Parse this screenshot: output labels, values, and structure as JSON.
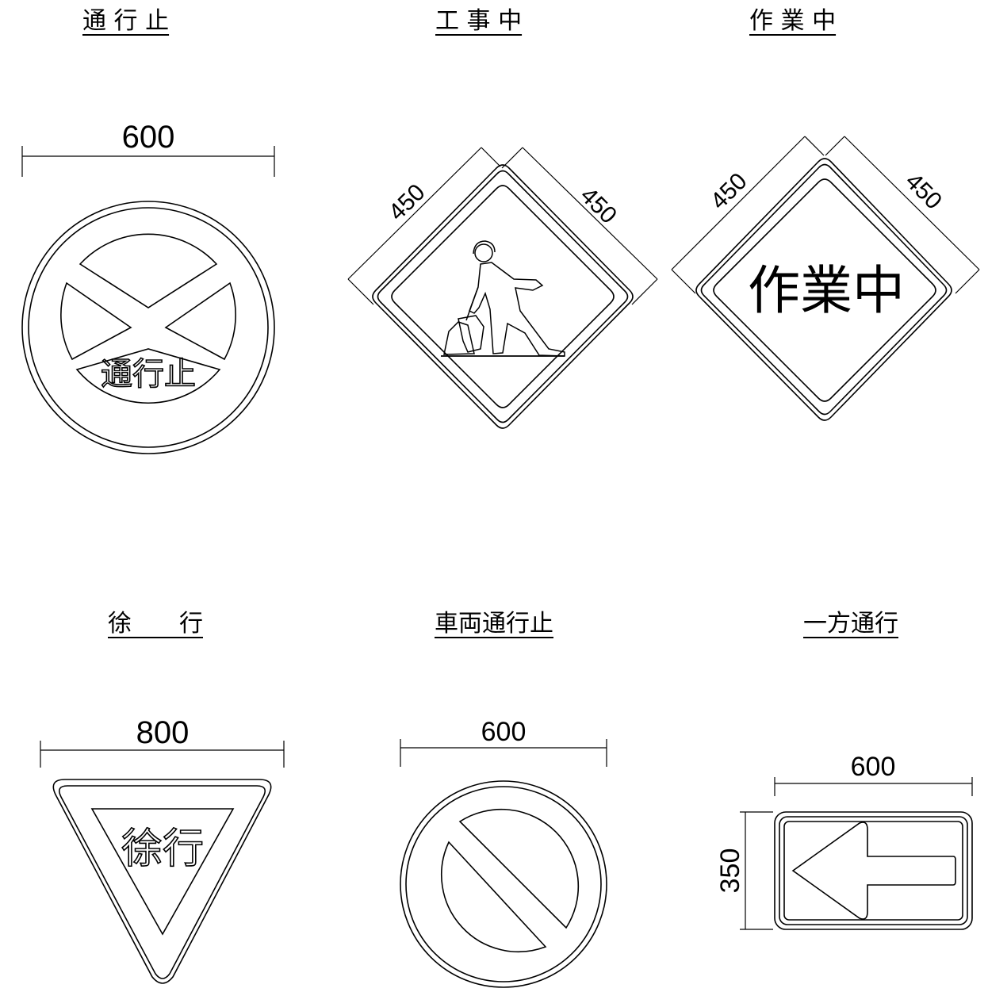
{
  "signs": {
    "tsuukoudome": {
      "caption": "通 行 止",
      "dimension": "600",
      "inner_text": "通行止"
    },
    "koujichuu": {
      "caption": "工 事 中",
      "dimension_left": "450",
      "dimension_right": "450"
    },
    "sagyouchuu": {
      "caption": "作 業 中",
      "dimension_left": "450",
      "dimension_right": "450",
      "inner_text": "作業中"
    },
    "jokou": {
      "caption": "徐　　行",
      "dimension": "800",
      "inner_text": "徐行"
    },
    "sharyou_tsuukoudome": {
      "caption": "車両通行止",
      "dimension": "600"
    },
    "ippou_tsuukou": {
      "caption": "一方通行",
      "dimension_width": "600",
      "dimension_height": "350"
    }
  }
}
